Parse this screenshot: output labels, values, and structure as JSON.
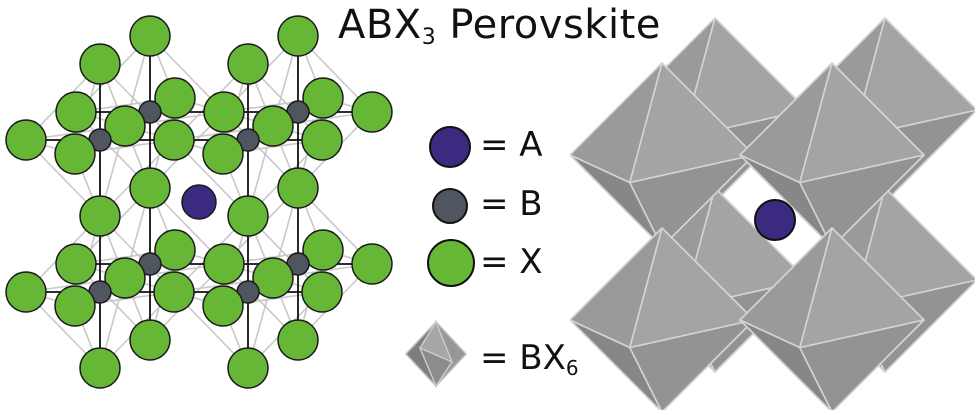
{
  "title": {
    "main": "ABX",
    "subscript": "3",
    "suffix": " Perovskite"
  },
  "legend": [
    {
      "key": "A",
      "text": "= A",
      "subscript": "",
      "color": "#3b2a80"
    },
    {
      "key": "B",
      "text": "= B",
      "subscript": "",
      "color": "#505660"
    },
    {
      "key": "X",
      "text": "= X",
      "subscript": "",
      "color": "#67b737"
    },
    {
      "key": "BX6",
      "text": "= BX",
      "subscript": "6",
      "color": "#8a8a8a"
    }
  ],
  "colors": {
    "a_site": "#3b2a80",
    "b_site": "#505660",
    "x_site": "#67b737",
    "octahedron": "#8f8f8f",
    "bond": "#111111",
    "cage_line": "#c8c8c8"
  }
}
